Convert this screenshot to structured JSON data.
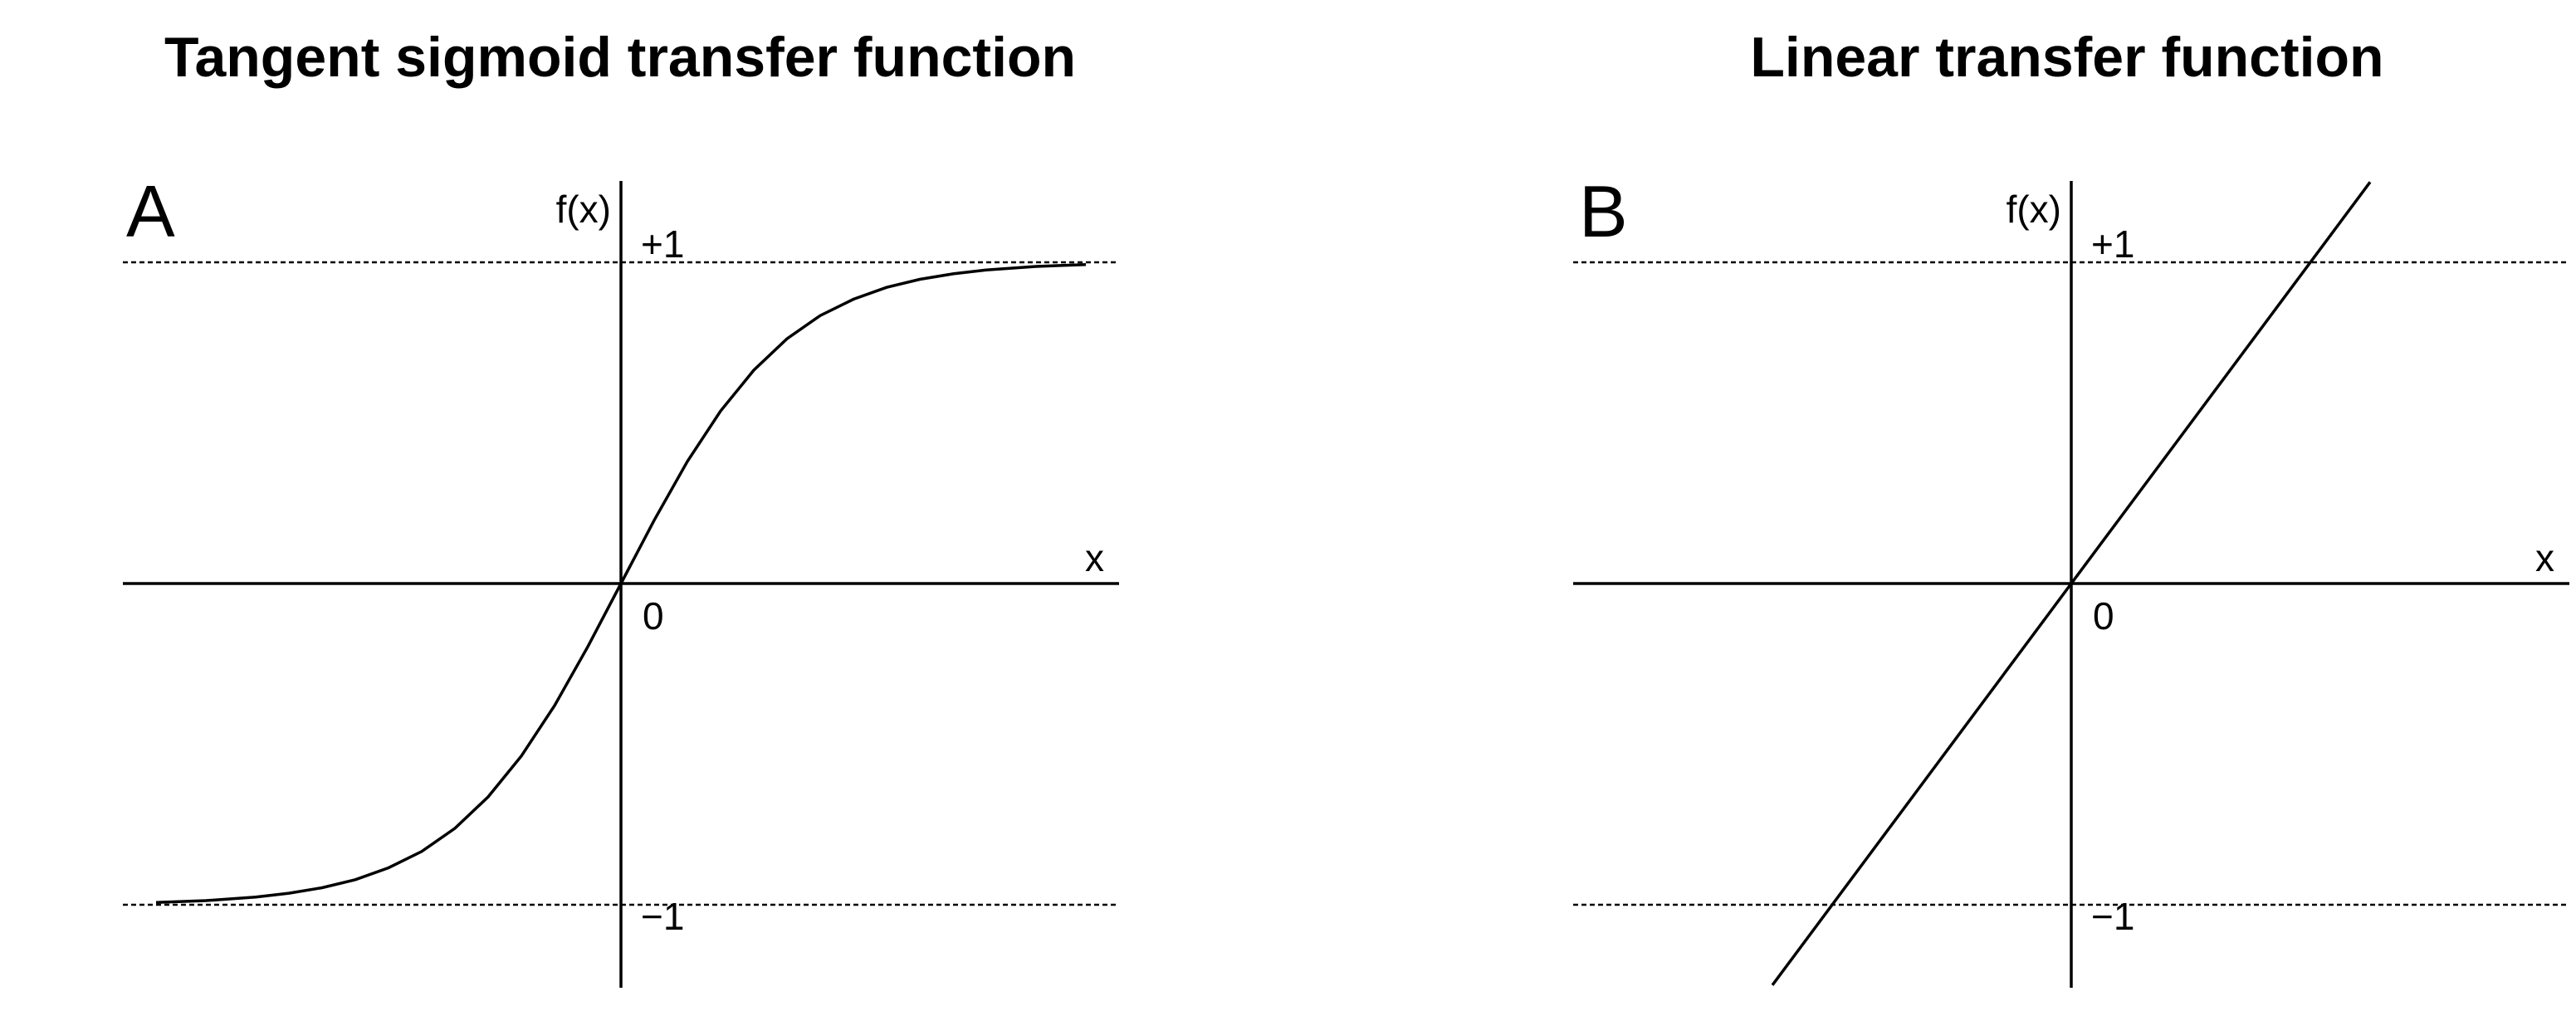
{
  "chart_data": [
    {
      "panel_letter": "A",
      "type": "line",
      "title": "Tangent sigmoid transfer function",
      "function": "tanh",
      "xlabel": "x",
      "ylabel": "f(x)",
      "tick_labels": {
        "upper": "+1",
        "lower": "−1",
        "origin": "0"
      },
      "asymptotes": [
        1,
        -1
      ],
      "xlim": [
        -3,
        2.8
      ],
      "ylim": [
        -1.25,
        1.25
      ],
      "series": [
        {
          "x": [
            -2.8,
            -2.5,
            -2.2,
            -2.0,
            -1.8,
            -1.6,
            -1.4,
            -1.2,
            -1.0,
            -0.8,
            -0.6,
            -0.4,
            -0.2,
            0,
            0.2,
            0.4,
            0.6,
            0.8,
            1.0,
            1.2,
            1.4,
            1.6,
            1.8,
            2.0,
            2.2,
            2.5,
            2.8
          ],
          "y": [
            -0.993,
            -0.987,
            -0.976,
            -0.964,
            -0.947,
            -0.922,
            -0.885,
            -0.834,
            -0.762,
            -0.664,
            -0.537,
            -0.38,
            -0.197,
            0,
            0.197,
            0.38,
            0.537,
            0.664,
            0.762,
            0.834,
            0.885,
            0.922,
            0.947,
            0.964,
            0.976,
            0.987,
            0.993
          ]
        }
      ]
    },
    {
      "panel_letter": "B",
      "type": "line",
      "title": "Linear transfer function",
      "function": "linear",
      "xlabel": "x",
      "ylabel": "f(x)",
      "tick_labels": {
        "upper": "+1",
        "lower": "−1",
        "origin": "0"
      },
      "asymptotes": [
        1,
        -1
      ],
      "xlim": [
        -3,
        3
      ],
      "ylim": [
        -1.25,
        1.25
      ],
      "series": [
        {
          "x": [
            -1.8,
            1.8
          ],
          "y": [
            -1.25,
            1.25
          ]
        }
      ]
    }
  ]
}
